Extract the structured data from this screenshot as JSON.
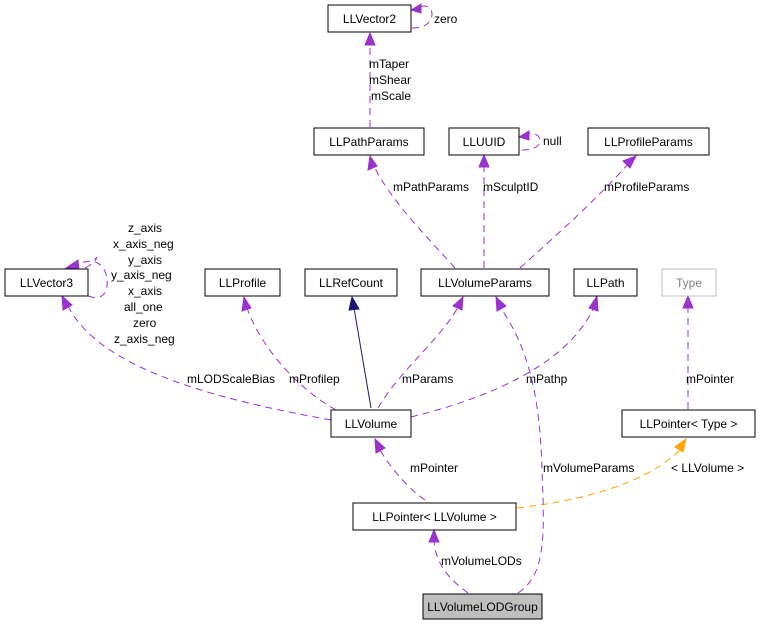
{
  "nodes": {
    "llvector2": "LLVector2",
    "llpathparams": "LLPathParams",
    "lluuid": "LLUUID",
    "llprofileparams": "LLProfileParams",
    "llvector3": "LLVector3",
    "llprofile": "LLProfile",
    "llrefcount": "LLRefCount",
    "llvolumeparams": "LLVolumeParams",
    "llpath": "LLPath",
    "type": "Type",
    "llvolume": "LLVolume",
    "llpointer_type": "LLPointer< Type >",
    "llpointer_llvolume": "LLPointer< LLVolume >",
    "llvolumelodgroup": "LLVolumeLODGroup"
  },
  "edge_labels": {
    "vector2_self": "zero",
    "taper": "mTaper",
    "shear": "mShear",
    "scale": "mScale",
    "uuid_self": "null",
    "path_params": "mPathParams",
    "sculpt_id": "mSculptID",
    "profile_params": "mProfileParams",
    "vector3_self": [
      "z_axis",
      "x_axis_neg",
      "y_axis",
      "y_axis_neg",
      "x_axis",
      "all_one",
      "zero",
      "z_axis_neg"
    ],
    "lod_scale_bias": "mLODScaleBias",
    "profilep": "mProfilep",
    "params": "mParams",
    "pathp": "mPathp",
    "type_pointer": "mPointer",
    "volume_pointer": "mPointer",
    "volume_params": "mVolumeParams",
    "template_arg": "< LLVolume >",
    "volume_lods": "mVolumeLODs"
  },
  "colors": {
    "usage_edge": "#9a32cd",
    "inheritance_edge": "#191970",
    "template_edge": "#ffa500",
    "focus_node_fill": "#bfbfbf",
    "undocumented_node_border": "#bfbfbf"
  }
}
